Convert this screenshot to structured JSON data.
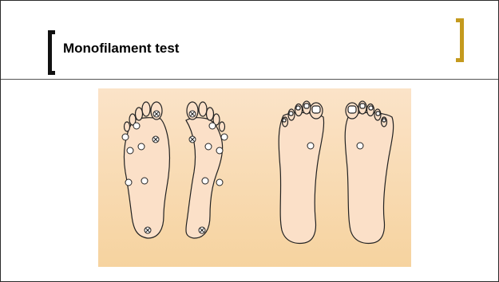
{
  "slide": {
    "title": "Monofilament test"
  },
  "figure": {
    "icon": "feet-diagram",
    "panels": [
      "plantar-soles",
      "dorsal-tops"
    ],
    "colors": {
      "background_top": "#fbe3c8",
      "background_bottom": "#f6d39f",
      "skin": "#fbe0c8",
      "outline": "#222222",
      "accent_bracket": "#c49a1e"
    }
  }
}
